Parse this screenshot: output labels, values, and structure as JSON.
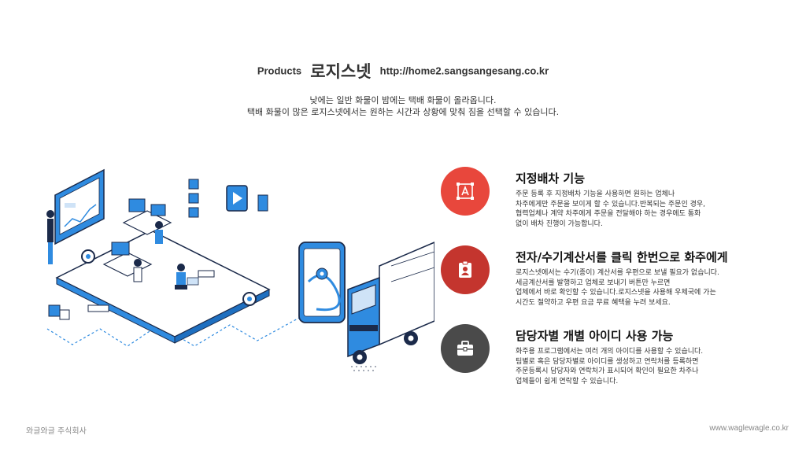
{
  "header": {
    "products_label": "Products",
    "brand": "로지스넷",
    "url": "http://home2.sangsangesang.co.kr"
  },
  "subtitle": {
    "line1": "낮에는 일반 화물이 밤에는 택배 화물이 올라옵니다.",
    "line2": "택배 화물이 많은 로지스넷에서는 원하는 시간과 상황에 맞춰 짐을 선택할 수 있습니다."
  },
  "features": [
    {
      "title": "지정배차 기능",
      "icon": "text-frame-icon",
      "color": "#e8473c",
      "desc": [
        "주문 등록 후 지정배차 기능을 사용하면 원하는 업체나",
        "차주에게만 주문을 보이게 할 수 있습니다.반복되는 주문인 경우,",
        "협력업체나 계약 차주에게 주문을 전달해야 하는 경우에도 통화",
        "없이 배차 진행이 가능합니다."
      ]
    },
    {
      "title": "전자/수기계산서를 클릭 한번으로 화주에게",
      "icon": "id-badge-icon",
      "color": "#c4352e",
      "desc": [
        "로지스넷에서는 수기(종이) 계산서를 우편으로 보낼 필요가 없습니다.",
        "세금계산서를 발행하고 업체로 보내기 버튼만 누르면",
        "업체에서 바로 확인할 수 있습니다.로지스넷을 사용해 우체국에 가는",
        "시간도 절약하고 우편 요금 무료 혜택을 누려 보세요."
      ]
    },
    {
      "title": "담당자별 개별 아이디 사용 가능",
      "icon": "briefcase-icon",
      "color": "#4a4a4a",
      "desc": [
        "화주용 프로그램에서는 여러 개의 아이디를 사용할 수 있습니다.",
        "팀별로 혹은 담당자별로 아이디를 생성하고 연락처를 등록하면",
        "주문등록시 담당자와 연락처가 표시되어 확인이 필요한 차주나",
        "업체들이 쉽게 연락할 수 있습니다."
      ]
    }
  ],
  "footer": {
    "company": "와글와글 주식회사",
    "site": "www.waglewagle.co.kr"
  }
}
